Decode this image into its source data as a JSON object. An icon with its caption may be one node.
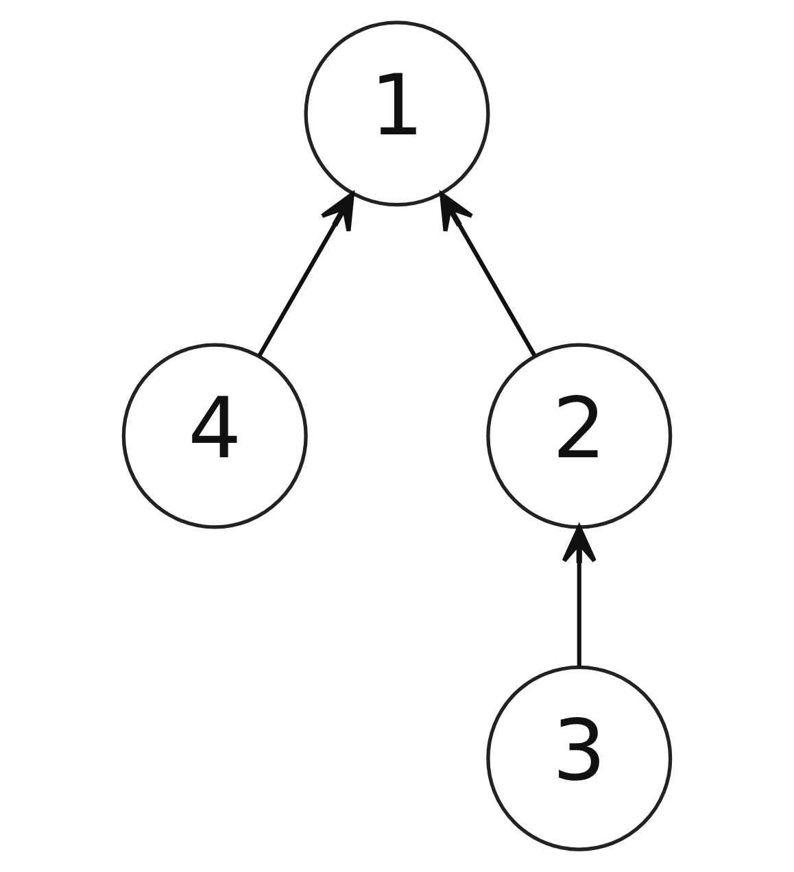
{
  "diagram": {
    "nodes": [
      {
        "text": [
          "1"
        ]
      },
      {
        "text": [
          "4"
        ]
      },
      {
        "text": [
          "2"
        ]
      },
      {
        "text": [
          "3"
        ]
      }
    ],
    "edges": [
      {
        "from": 1,
        "to": 0,
        "arrow": "to"
      },
      {
        "from": 2,
        "to": 0,
        "arrow": "to"
      },
      {
        "from": 3,
        "to": 2,
        "arrow": "to"
      }
    ]
  }
}
